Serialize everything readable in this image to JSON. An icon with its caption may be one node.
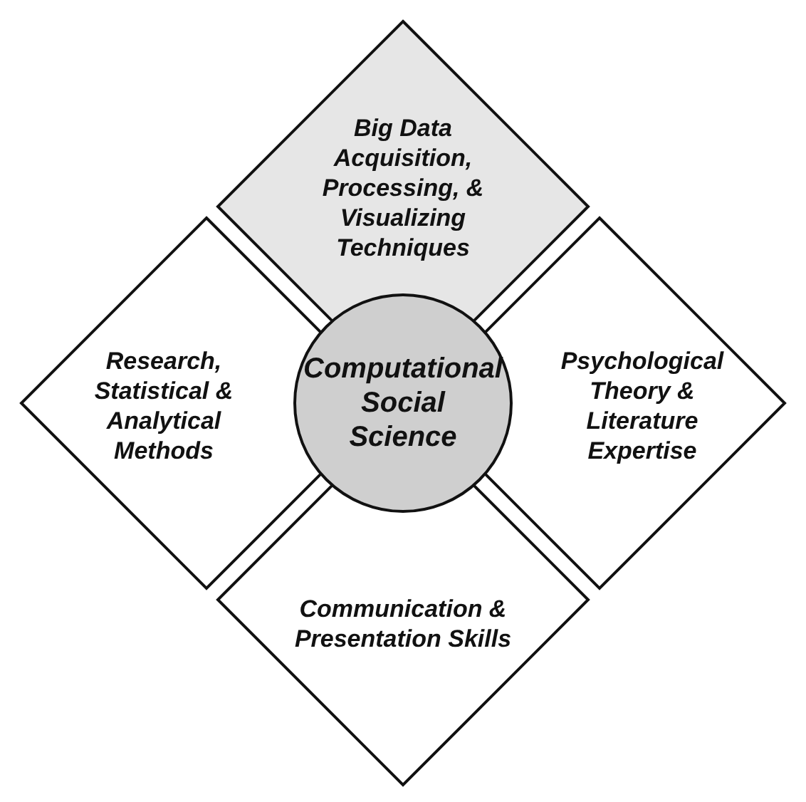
{
  "diagram": {
    "nodes": [
      {
        "text": [
          "Big Data Acquisition, Processing, & Visualizing Techniques"
        ]
      },
      {
        "text": [
          "Research, Statistical & Analytical Methods"
        ]
      },
      {
        "text": [
          "Computational Social Science"
        ]
      },
      {
        "text": [
          "Psychological Theory & Literature Expertise"
        ]
      },
      {
        "text": [
          "Communication & Presentation Skills"
        ]
      }
    ]
  }
}
